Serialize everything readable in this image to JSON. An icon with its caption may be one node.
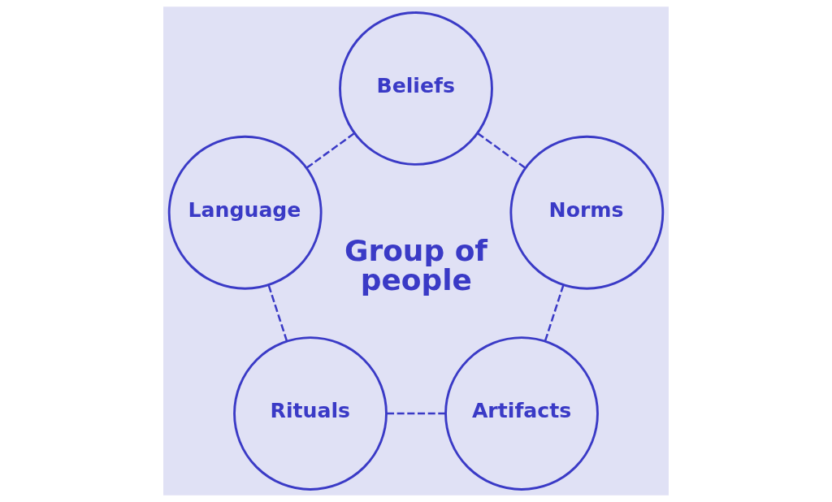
{
  "diagram": {
    "nodes": [
      {
        "text": [
          "Beliefs"
        ]
      },
      {
        "text": [
          "Norms"
        ]
      },
      {
        "text": [
          "Artifacts"
        ]
      },
      {
        "text": [
          "Rituals"
        ]
      },
      {
        "text": [
          "Language"
        ]
      }
    ],
    "edges": [
      {
        "from": 0,
        "to": 1,
        "arrow": "none",
        "style": "dashed"
      },
      {
        "from": 1,
        "to": 2,
        "arrow": "none",
        "style": "dashed"
      },
      {
        "from": 2,
        "to": 3,
        "arrow": "none",
        "style": "dashed"
      },
      {
        "from": 3,
        "to": 4,
        "arrow": "none",
        "style": "dashed"
      },
      {
        "from": 4,
        "to": 0,
        "arrow": "none",
        "style": "dashed"
      }
    ],
    "labels": [
      "Group of people"
    ]
  }
}
